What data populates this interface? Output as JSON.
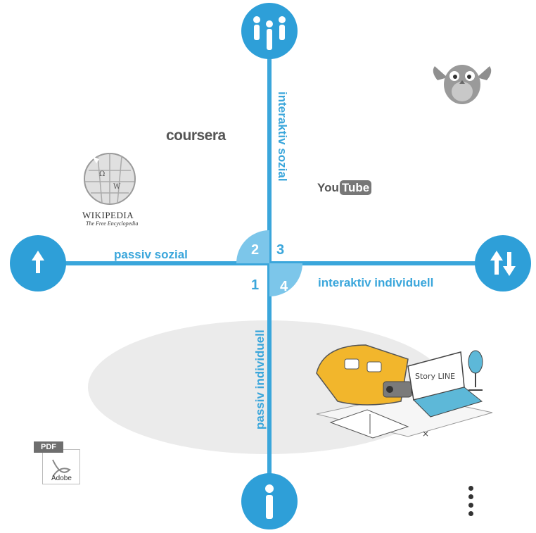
{
  "axes": {
    "top_label": "interaktiv sozial",
    "left_label": "passiv sozial",
    "right_label": "interaktiv individuell",
    "bottom_label": "passiv individuell"
  },
  "quadrants": [
    "1",
    "2",
    "3",
    "4"
  ],
  "logos": {
    "coursera": "coursera",
    "youtube_you": "You",
    "youtube_tube": "Tube",
    "wikipedia_name": "WIKIPEDIA",
    "wikipedia_tagline": "The Free Encyclopedia",
    "pdf": "PDF",
    "adobe": "Adobe",
    "storyline": "Story LINE"
  },
  "icons": {
    "top": "group-icon",
    "left": "arrow-up-icon",
    "right": "arrows-up-down-icon",
    "bottom": "person-icon"
  },
  "colors": {
    "accent": "#2e9fd8",
    "line": "#3aa6db",
    "quadrant_fill": "#7cc6ea"
  }
}
